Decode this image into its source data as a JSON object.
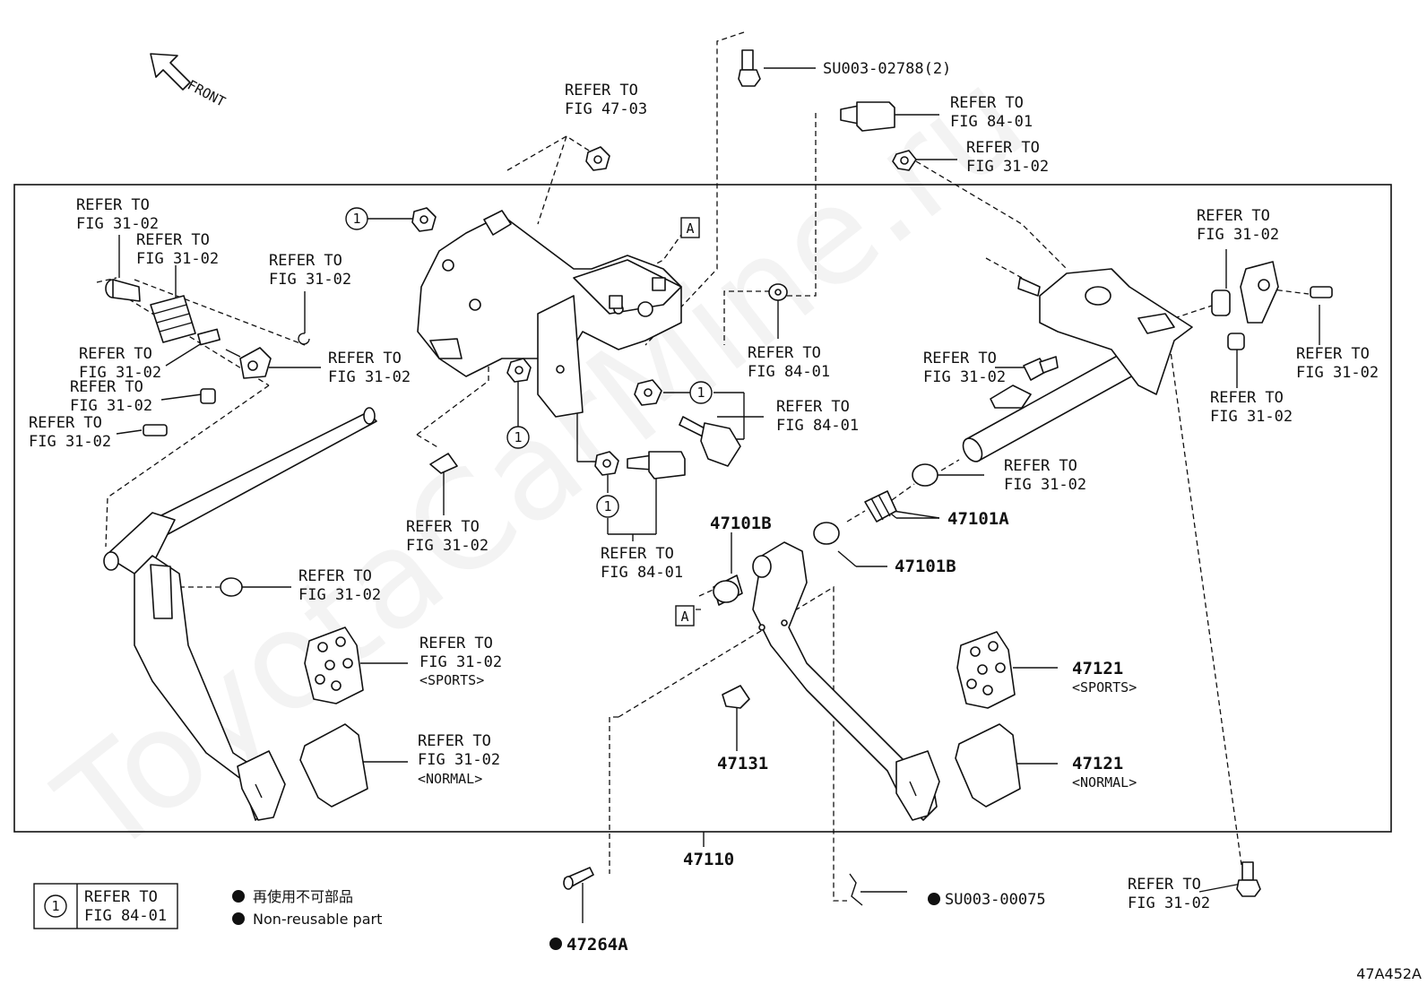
{
  "figure_code": "47A452A",
  "front_label": "FRONT",
  "watermark": "ToyotaCarMine.ru",
  "assembly_part_no": "47110",
  "box_marker": "A",
  "circle_marker": "1",
  "legend": {
    "circle_ref_line1": "REFER TO",
    "circle_ref_line2": "FIG 84-01",
    "non_reusable_jp": "再使用不可部品",
    "non_reusable_en": "Non-reusable part"
  },
  "refs": {
    "r1": [
      "REFER TO",
      "FIG 47-03"
    ],
    "r2": [
      "REFER TO",
      "FIG 84-01"
    ],
    "r3": [
      "REFER TO",
      "FIG 31-02"
    ],
    "r4": [
      "REFER TO",
      "FIG 31-02"
    ],
    "r5": [
      "REFER TO",
      "FIG 31-02"
    ],
    "r6": [
      "REFER TO",
      "FIG 31-02"
    ],
    "r7": [
      "REFER TO",
      "FIG 31-02"
    ],
    "r8": [
      "REFER TO",
      "FIG 31-02"
    ],
    "r9": [
      "REFER TO",
      "FIG 31-02"
    ],
    "r10": [
      "REFER TO",
      "FIG 31-02"
    ],
    "r11": [
      "REFER TO",
      "FIG 84-01"
    ],
    "r12": [
      "REFER TO",
      "FIG 31-02"
    ],
    "r13": [
      "REFER TO",
      "FIG 84-01"
    ],
    "r14": [
      "REFER TO",
      "FIG 31-02"
    ],
    "r15": [
      "REFER TO",
      "FIG 31-02"
    ],
    "r16": [
      "REFER TO",
      "FIG 31-02"
    ],
    "r17": [
      "REFER TO",
      "FIG 31-02"
    ],
    "r18": [
      "REFER TO",
      "FIG 84-01"
    ],
    "r19": [
      "REFER TO",
      "FIG 31-02"
    ],
    "r20": [
      "REFER TO",
      "FIG 31-02"
    ],
    "r21": [
      "REFER TO",
      "FIG 31-02"
    ],
    "r22": [
      "REFER TO",
      "FIG 31-02"
    ],
    "r23": [
      "REFER TO",
      "FIG 31-02"
    ]
  },
  "variant_sports": "<SPORTS>",
  "variant_normal": "<NORMAL>",
  "parts": {
    "p_su02788": "SU003-02788(2)",
    "p_su00075": "SU003-00075",
    "p_47101A": "47101A",
    "p_47101B_left": "47101B",
    "p_47101B_right": "47101B",
    "p_47121_sports": "47121",
    "p_47121_normal": "47121",
    "p_47131": "47131",
    "p_47264A": "47264A"
  }
}
